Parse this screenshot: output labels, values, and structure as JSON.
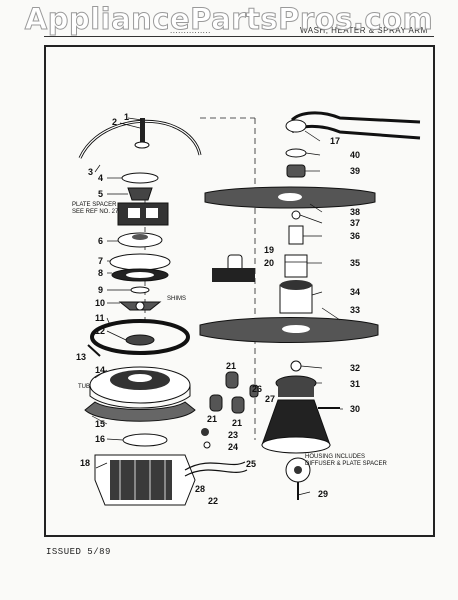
{
  "watermark": "AppliancePartsPros.com",
  "header": {
    "left": "...............",
    "right": "WASH, HEATER & SPRAY ARM"
  },
  "notes": {
    "plate_spacer": [
      "PLATE SPACER",
      "SEE REF NO. 27"
    ],
    "shims": "SHIMS",
    "tub": "TUB",
    "housing": [
      "HOUSING INCLUDES",
      "DIFFUSER & PLATE SPACER"
    ]
  },
  "callouts": [
    "1",
    "2",
    "3",
    "4",
    "5",
    "6",
    "7",
    "8",
    "9",
    "10",
    "11",
    "12",
    "13",
    "14",
    "15",
    "16",
    "17",
    "18",
    "19",
    "20",
    "21",
    "21",
    "21",
    "22",
    "23",
    "24",
    "25",
    "26",
    "27",
    "28",
    "29",
    "30",
    "31",
    "32",
    "33",
    "34",
    "35",
    "36",
    "37",
    "38",
    "39",
    "40"
  ],
  "footer": {
    "issued": "ISSUED 5/89"
  }
}
